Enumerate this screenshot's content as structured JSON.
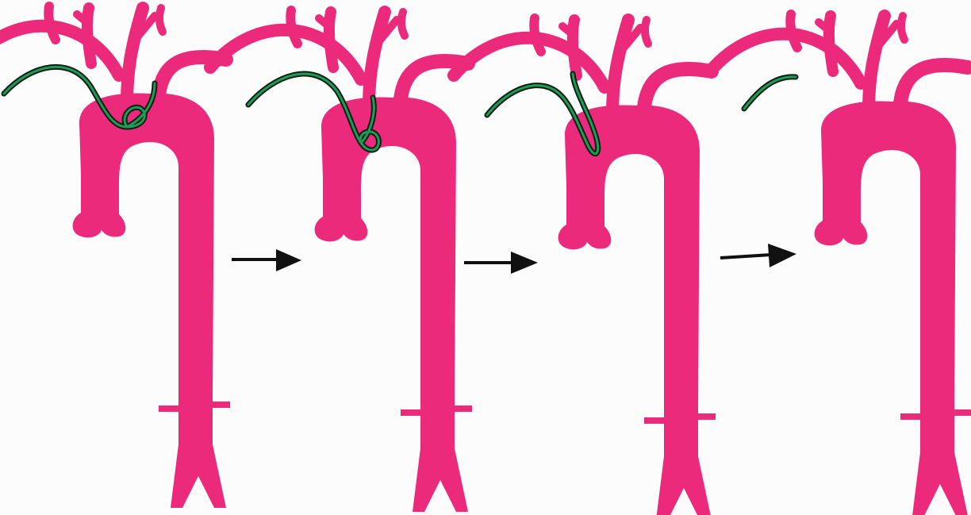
{
  "diagram": {
    "panel_count": 4,
    "arrow_count": 3,
    "colors": {
      "background": "#fcfcfd",
      "vessel": "#ec2a7b",
      "wire_outer": "#0d1f12",
      "wire_inner": "#1f9a57",
      "arrow": "#111111"
    },
    "panels": [
      {
        "wire_state": "wire-looped-in-arch-and-branch"
      },
      {
        "wire_state": "wire-looped-lower-in-arch"
      },
      {
        "wire_state": "wire-straight-in-arch"
      },
      {
        "wire_state": "wire-mostly-withdrawn"
      }
    ],
    "icons": [
      "right-arrow-icon"
    ]
  }
}
